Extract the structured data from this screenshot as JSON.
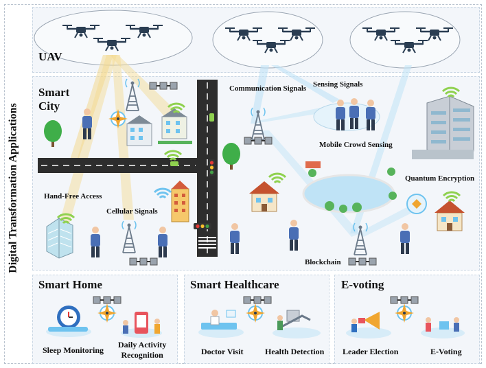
{
  "side_title": "Digital Transformation Applications",
  "uav": {
    "title": "UAV"
  },
  "city": {
    "title_line1": "Smart",
    "title_line2": "City",
    "communication_signals": "Communication Signals",
    "sensing_signals": "Sensing Signals",
    "mobile_crowd_sensing": "Mobile Crowd Sensing",
    "quantum_encryption": "Quantum Encryption",
    "hand_free_access": "Hand-Free Access",
    "cellular_signals": "Cellular Signals",
    "blockchain": "Blockchain"
  },
  "home": {
    "title": "Smart Home",
    "item1": "Sleep Monitoring",
    "item2_line1": "Daily Activity",
    "item2_line2": "Recognition"
  },
  "health": {
    "title": "Smart Healthcare",
    "item1": "Doctor Visit",
    "item2": "Health Detection"
  },
  "vote": {
    "title": "E-voting",
    "item1": "Leader Election",
    "item2": "E-Voting"
  },
  "colors": {
    "accent_blue": "#6ec3ef",
    "signal_yellow": "#f3d98f",
    "road": "#2d2d2d",
    "tree_green": "#3fae49"
  },
  "icons": [
    "drone-icon",
    "tower-icon",
    "wifi-icon",
    "chain-icon",
    "compass-icon",
    "building-icon",
    "tree-icon",
    "person-icon",
    "traffic-light-icon"
  ]
}
